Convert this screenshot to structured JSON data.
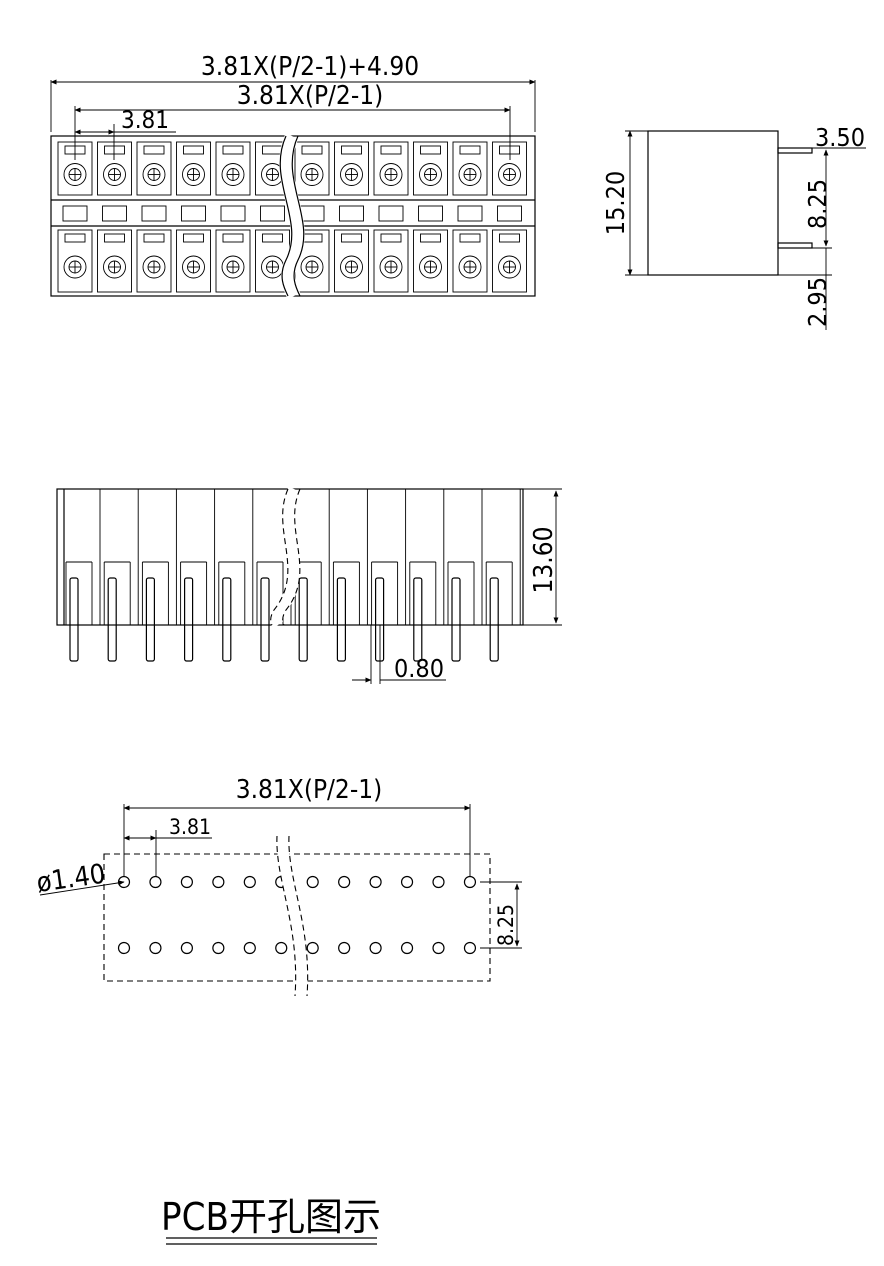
{
  "top_view": {
    "dim_total": "3.81X(P/2-1)+4.90",
    "dim_span": "3.81X(P/2-1)",
    "dim_pitch": "3.81"
  },
  "side_view": {
    "dim_height": "15.20",
    "dim_pin_offset": "3.50",
    "dim_row_pitch": "8.25",
    "dim_pin_length": "2.95"
  },
  "front_view": {
    "dim_height": "13.60",
    "dim_pin_width": "0.80"
  },
  "pcb_layout": {
    "dim_span": "3.81X(P/2-1)",
    "dim_pitch": "3.81",
    "dim_hole": "ø1.40",
    "dim_row_pitch": "8.25",
    "title": "PCB开孔图示"
  }
}
